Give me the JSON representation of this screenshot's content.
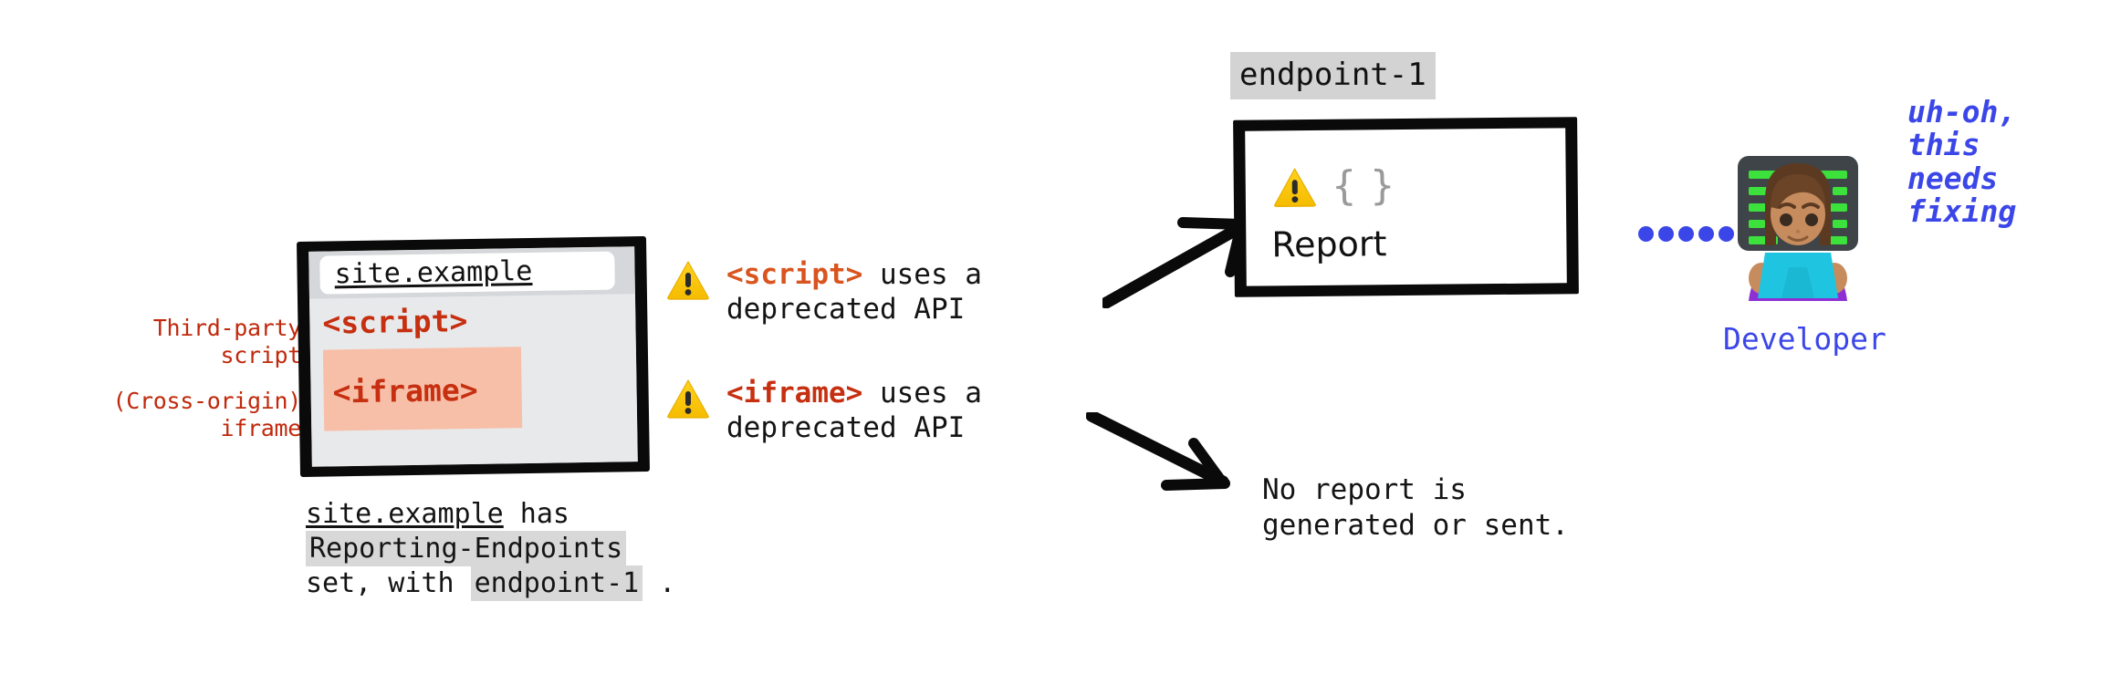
{
  "diagram": {
    "title_context": "Reporting API — third-party script vs cross-origin iframe",
    "background": "#ffffff"
  },
  "colors": {
    "red_label": "#c0290c",
    "code_red": "#c62f10",
    "code_orange": "#d9541e",
    "blue": "#3b46e8",
    "chip_gray": "#d3d3d3",
    "iframe_highlight": "#f7bfa8",
    "page_gray": "#e8e9eb",
    "toolbar_gray": "#d5d7da",
    "ink_black": "#0a0a0a",
    "brace_gray": "#9a9a9a"
  },
  "left_annotations": [
    {
      "id": "third-party-script",
      "text": "Third-party\nscript"
    },
    {
      "id": "cross-origin-iframe",
      "text": "(Cross-origin)\niframe"
    }
  ],
  "browser": {
    "url": "site.example",
    "content": [
      {
        "id": "script-tag",
        "text": "<script>",
        "highlighted": false
      },
      {
        "id": "iframe-tag",
        "text": "<iframe>",
        "highlighted": true
      }
    ]
  },
  "caption": {
    "line1_site": "site.example",
    "line1_rest": " has",
    "line2_chip": "Reporting-Endpoints",
    "line3_prefix": "set, with ",
    "line3_chip": "endpoint-1",
    "line3_suffix": " ."
  },
  "warnings": [
    {
      "id": "script-warning",
      "icon": "warning-triangle-icon",
      "tag": "<script>",
      "tag_color": "#d9541e",
      "rest": " uses a",
      "line2": "deprecated API",
      "arrow": "arrow-up-right",
      "leads_to": "report-box"
    },
    {
      "id": "iframe-warning",
      "icon": "warning-triangle-icon",
      "tag": "<iframe>",
      "tag_color": "#c62f10",
      "rest": " uses a",
      "line2": "deprecated API",
      "arrow": "arrow-down-right",
      "leads_to": "no-report-text"
    }
  ],
  "report": {
    "endpoint_chip": "endpoint-1",
    "icon": "warning-triangle-icon",
    "braces": "{ }",
    "label": "Report"
  },
  "no_report": {
    "text": "No report is\ngenerated or sent."
  },
  "connector": {
    "type": "dotted-line",
    "dot_count": 6,
    "color": "#3b46e8"
  },
  "developer": {
    "avatar": "technologist-emoji",
    "quote": "uh-oh,\nthis\nneeds\nfixing",
    "caption": "Developer"
  }
}
